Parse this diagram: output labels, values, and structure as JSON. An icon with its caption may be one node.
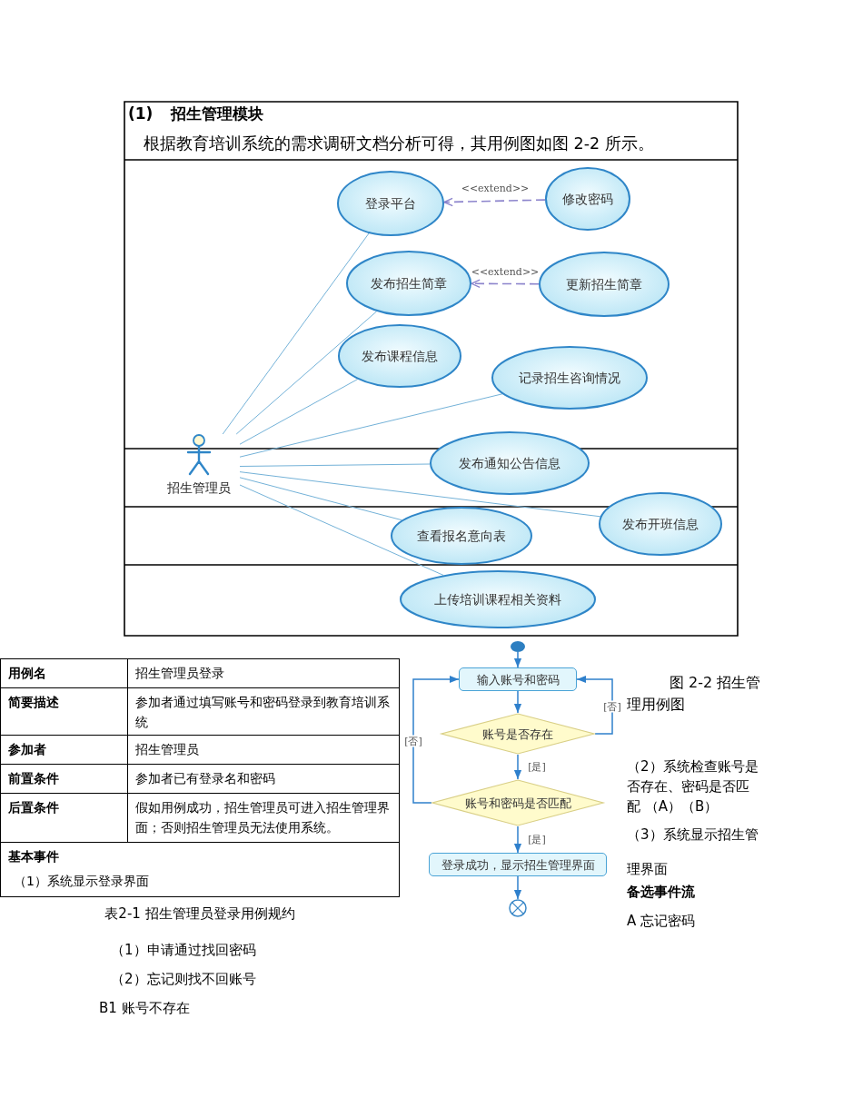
{
  "diagram": {
    "title": "(1) 招生管理模块",
    "nodes": [
      {
        "text": [
          "登录平台"
        ]
      },
      {
        "text": [
          "修改密码"
        ]
      },
      {
        "text": [
          "发布招生简章"
        ]
      },
      {
        "text": [
          "更新招生简章"
        ]
      },
      {
        "text": [
          "发布课程信息"
        ]
      },
      {
        "text": [
          "记录招生咨询情况"
        ]
      },
      {
        "text": [
          "招生管理员"
        ]
      },
      {
        "text": [
          "发布通知公告信息"
        ]
      },
      {
        "text": [
          "发布开班信息"
        ]
      },
      {
        "text": [
          "查看报名意向表"
        ]
      },
      {
        "text": [
          "上传培训课程相关资料"
        ]
      },
      {
        "text": [],
        "shape": "circle"
      },
      {
        "text": [
          "输入账号和密码"
        ]
      },
      {
        "text": [
          "账号是否存在"
        ]
      },
      {
        "text": [
          "账号和密码是否匹配"
        ]
      },
      {
        "text": [
          "登录成功，显示招生管理界面"
        ]
      },
      {
        "text": [],
        "shape": "circle"
      }
    ],
    "edges": [
      {
        "from": 1,
        "to": 0,
        "arrow": "to",
        "label": "<<extend>>",
        "style": "dashed",
        "color": "#8c84cc"
      },
      {
        "from": 3,
        "to": 2,
        "arrow": "to",
        "label": "<<extend>>",
        "style": "dashed",
        "color": "#8c84cc"
      },
      {
        "from": 6,
        "to": 0,
        "arrow": "none"
      },
      {
        "from": 6,
        "to": 2,
        "arrow": "none"
      },
      {
        "from": 6,
        "to": 4,
        "arrow": "none"
      },
      {
        "from": 6,
        "to": 5,
        "arrow": "none"
      },
      {
        "from": 6,
        "to": 7,
        "arrow": "none"
      },
      {
        "from": 6,
        "to": 8,
        "arrow": "none"
      },
      {
        "from": 6,
        "to": 9,
        "arrow": "none"
      },
      {
        "from": 6,
        "to": 10,
        "arrow": "none"
      },
      {
        "from": 11,
        "to": 12,
        "arrow": "to",
        "color": "#2f80cc"
      },
      {
        "from": 12,
        "to": 13,
        "arrow": "to",
        "color": "#2f80cc"
      },
      {
        "from": 13,
        "to": 12,
        "arrow": "to",
        "label": "[否]",
        "color": "#2f80cc"
      },
      {
        "from": 13,
        "to": 14,
        "arrow": "to",
        "label": "[是]",
        "color": "#2f80cc"
      },
      {
        "from": 14,
        "to": 12,
        "arrow": "to",
        "label": "[否]",
        "color": "#2f80cc"
      },
      {
        "from": 14,
        "to": 15,
        "arrow": "to",
        "label": "[是]",
        "color": "#2f80cc"
      },
      {
        "from": 15,
        "to": 16,
        "arrow": "to",
        "color": "#2f80cc"
      }
    ],
    "labels": [
      "根据教育培训系统的需求调研文档分析可得，其用例图如图 2-2 所示。",
      "用例名",
      "招生管理员登录",
      "简要描述",
      "参加者通过填写账号和密码登录到教育培训系统",
      "参加者",
      "招生管理员",
      "前置条件",
      "参加者已有登录名和密码",
      "后置条件",
      "假如用例成功，招生管理员可进入招生管理界面；否则招生管理员无法使用系统。",
      "基本事件",
      "（1）系统显示登录界面",
      "图 2-2 招生管理用例图",
      "表2-1 招生管理员登录用例规约",
      "（2）系统检查账号是否存在、密码是否匹配 （A）（B）",
      "（3）系统显示招生管理界面",
      "备选事件流",
      "A 忘记密码",
      "（1）申请通过找回密码",
      "（2）忘记则找不回账号",
      "B1 账号不存在"
    ]
  }
}
